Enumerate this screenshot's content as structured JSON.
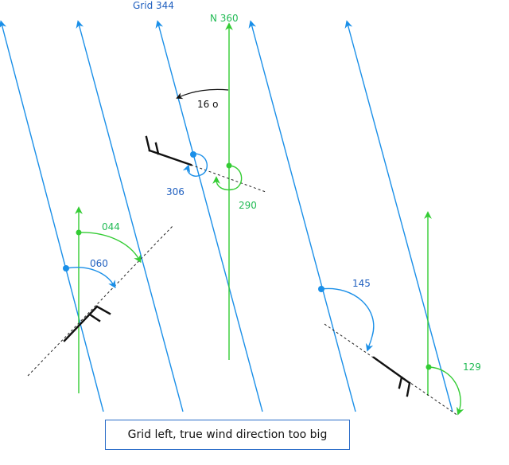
{
  "labels": {
    "grid_north": "Grid 344",
    "true_north": "N 360",
    "convergence": "16 o",
    "top_blue_angle": "306",
    "top_green_angle": "290",
    "left_green_angle": "044",
    "left_blue_angle": "060",
    "right_blue_angle": "145",
    "right_green_angle": "129"
  },
  "caption": "Grid left, true wind direction too big",
  "colors": {
    "grid": "#1a8fe8",
    "true_north": "#33cc33",
    "wind": "#111111",
    "label_blue": "#1f5fbf",
    "label_green": "#22bb55"
  }
}
